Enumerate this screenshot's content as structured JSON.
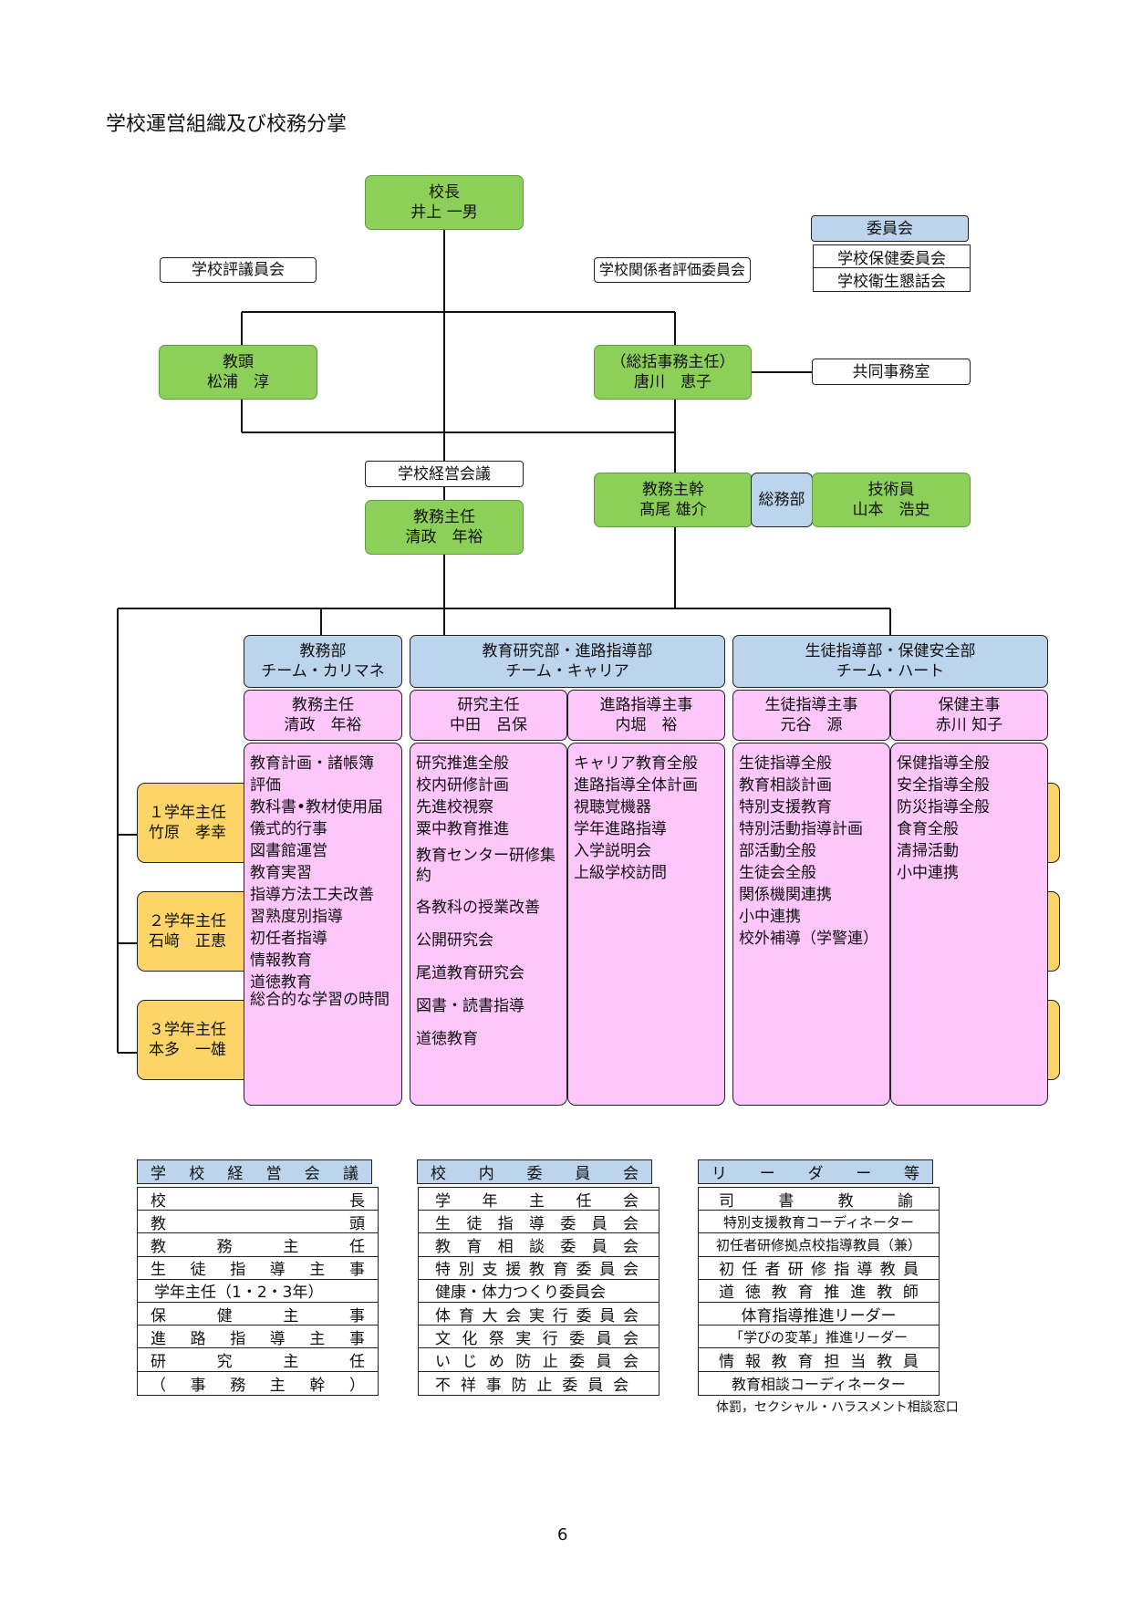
{
  "title": "学校運営組織及び校務分掌",
  "principal": {
    "role": "校長",
    "name": "井上 一男"
  },
  "council": "学校評議員会",
  "evaluation": "学校関係者評価委員会",
  "committee": {
    "header": "委員会",
    "items": [
      "学校保健委員会",
      "学校衛生懇話会"
    ]
  },
  "vice": {
    "role": "教頭",
    "name": "松浦　淳"
  },
  "admin_chief": {
    "role": "（総括事務主任）",
    "name": "唐川　恵子"
  },
  "joint_office": "共同事務室",
  "mgmt_meeting": "学校経営会議",
  "academic_chief": {
    "role": "教務主任",
    "name": "清政　年裕"
  },
  "office_chief": {
    "role": "教務主幹",
    "name": "髙尾 雄介"
  },
  "general_affairs": "総務部",
  "technician": {
    "role": "技術員",
    "name": "山本　浩史"
  },
  "departments": [
    {
      "line1": "教務部",
      "line2": "チーム・カリマネ"
    },
    {
      "line1": "教育研究部・進路指導部",
      "line2": "チーム・キャリア"
    },
    {
      "line1": "生徒指導部・保健安全部",
      "line2": "チーム・ハート"
    }
  ],
  "heads": [
    {
      "role": "教務主任",
      "name": "清政　年裕"
    },
    {
      "role": "研究主任",
      "name": "中田　呂保"
    },
    {
      "role": "進路指導主事",
      "name": "内堀　裕"
    },
    {
      "role": "生徒指導主事",
      "name": "元谷　源"
    },
    {
      "role": "保健主事",
      "name": "赤川 知子"
    }
  ],
  "duties": {
    "academic": [
      "教育計画・諸帳簿",
      "評価",
      "教科書•教材使用届",
      "儀式的行事",
      "図書館運営",
      "教育実習",
      "指導方法工夫改善",
      "習熟度別指導",
      "初任者指導",
      "情報教育",
      "道徳教育",
      "総合的な学習の時間"
    ],
    "research": [
      "研究推進全般",
      "校内研修計画",
      "先進校視察",
      "粟中教育推進",
      "教育センター研修集約",
      "各教科の授業改善",
      "公開研究会",
      "尾道教育研究会",
      "図書・読書指導",
      "道徳教育"
    ],
    "career": [
      "キャリア教育全般",
      "進路指導全体計画",
      "視聴覚機器",
      "学年進路指導",
      "入学説明会",
      "上級学校訪問"
    ],
    "guidance": [
      "生徒指導全般",
      "教育相談計画",
      "特別支援教育",
      "特別活動指導計画",
      "部活動全般",
      "生徒会全般",
      "関係機関連携",
      "小中連携",
      "校外補導（学警連）"
    ],
    "health": [
      "保健指導全般",
      "安全指導全般",
      "防災指導全般",
      "食育全般",
      "清掃活動",
      "小中連携"
    ]
  },
  "grades": [
    {
      "role": "１学年主任",
      "name": "竹原　孝幸"
    },
    {
      "role": "２学年主任",
      "name": "石﨑　正恵"
    },
    {
      "role": "３学年主任",
      "name": "本多　一雄"
    }
  ],
  "tables": {
    "mgmt": {
      "header": [
        "学",
        "校",
        "経",
        "営",
        "会",
        "議"
      ],
      "rows": [
        [
          "校",
          "長"
        ],
        [
          "教",
          "頭"
        ],
        [
          "教",
          "務",
          "主",
          "任"
        ],
        [
          "生",
          "徒",
          "指",
          "導",
          "主",
          "事"
        ],
        [
          "学年主任（1・2・3年）"
        ],
        [
          "保",
          "健",
          "主",
          "事"
        ],
        [
          "進",
          "路",
          "指",
          "導",
          "主",
          "事"
        ],
        [
          "研",
          "究",
          "主",
          "任"
        ],
        [
          "（",
          "事",
          "務",
          "主",
          "幹",
          "）"
        ]
      ]
    },
    "internal": {
      "header": [
        "校",
        "内",
        "委",
        "員",
        "会"
      ],
      "rows": [
        [
          "学",
          "年",
          "主",
          "任",
          "会"
        ],
        [
          "生",
          "徒",
          "指",
          "導",
          "委",
          "員",
          "会"
        ],
        [
          "教",
          "育",
          "相",
          "談",
          "委",
          "員",
          "会"
        ],
        [
          "特",
          "別",
          "支",
          "援",
          "教",
          "育",
          "委",
          "員",
          "会"
        ],
        [
          "健康・体力つくり委員会"
        ],
        [
          "体",
          "育",
          "大",
          "会",
          "実",
          "行",
          "委",
          "員",
          "会"
        ],
        [
          "文",
          "化",
          "祭",
          "実",
          "行",
          "委",
          "員",
          "会"
        ],
        [
          "い",
          "じ",
          "め",
          "防",
          "止",
          "委",
          "員",
          "会"
        ],
        [
          "不",
          "祥",
          "事",
          "防",
          "止",
          "委",
          "員",
          "会"
        ]
      ]
    },
    "leaders": {
      "header": [
        "リ",
        "ー",
        "ダ",
        "ー",
        "等"
      ],
      "rows": [
        [
          "司",
          "書",
          "教",
          "諭"
        ],
        [
          "特別支援教育コーディネーター"
        ],
        [
          "初任者研修拠点校指導教員（兼）"
        ],
        [
          "初",
          "任",
          "者",
          "研",
          "修",
          "指",
          "導",
          "教",
          "員"
        ],
        [
          "道",
          "徳",
          "教",
          "育",
          "推",
          "進",
          "教",
          "師"
        ],
        [
          "体育指導推進リーダー"
        ],
        [
          "「学びの変革」推進リーダー"
        ],
        [
          "情",
          "報",
          "教",
          "育",
          "担",
          "当",
          "教",
          "員"
        ],
        [
          "教育相談コーディネーター"
        ]
      ],
      "note": "体罰，セクシャル・ハラスメント相談窓口"
    }
  },
  "page_number": "6"
}
